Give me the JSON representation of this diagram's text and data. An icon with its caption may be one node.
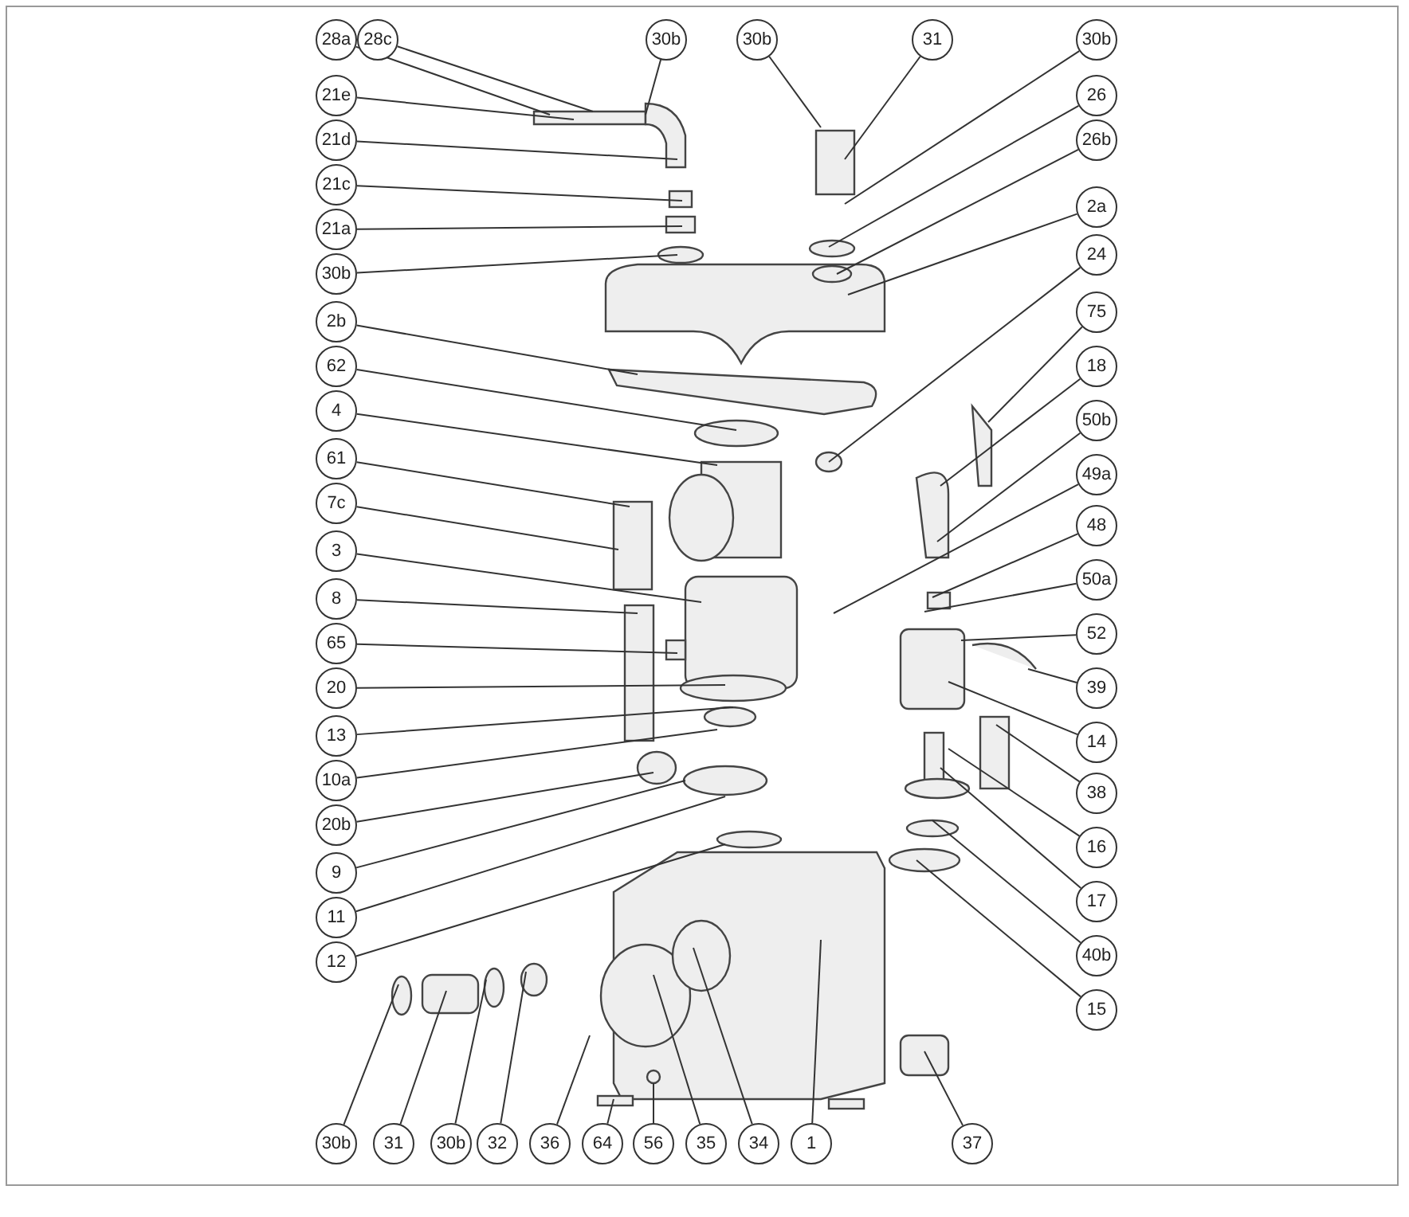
{
  "diagram": {
    "nodes": [
      {
        "text": [
          "28a"
        ]
      },
      {
        "text": [
          "28c"
        ]
      },
      {
        "text": [
          "30b"
        ]
      },
      {
        "text": [
          "30b"
        ]
      },
      {
        "text": [
          "31"
        ]
      },
      {
        "text": [
          "30b"
        ]
      },
      {
        "text": [
          "21e"
        ]
      },
      {
        "text": [
          "21d"
        ]
      },
      {
        "text": [
          "21c"
        ]
      },
      {
        "text": [
          "21a"
        ]
      },
      {
        "text": [
          "30b"
        ]
      },
      {
        "text": [
          "2b"
        ]
      },
      {
        "text": [
          "62"
        ]
      },
      {
        "text": [
          "4"
        ]
      },
      {
        "text": [
          "61"
        ]
      },
      {
        "text": [
          "7c"
        ]
      },
      {
        "text": [
          "3"
        ]
      },
      {
        "text": [
          "8"
        ]
      },
      {
        "text": [
          "65"
        ]
      },
      {
        "text": [
          "20"
        ]
      },
      {
        "text": [
          "13"
        ]
      },
      {
        "text": [
          "10a"
        ]
      },
      {
        "text": [
          "20b"
        ]
      },
      {
        "text": [
          "9"
        ]
      },
      {
        "text": [
          "11"
        ]
      },
      {
        "text": [
          "12"
        ]
      },
      {
        "text": [
          "26"
        ]
      },
      {
        "text": [
          "26b"
        ]
      },
      {
        "text": [
          "2a"
        ]
      },
      {
        "text": [
          "24"
        ]
      },
      {
        "text": [
          "75"
        ]
      },
      {
        "text": [
          "18"
        ]
      },
      {
        "text": [
          "50b"
        ]
      },
      {
        "text": [
          "49a"
        ]
      },
      {
        "text": [
          "48"
        ]
      },
      {
        "text": [
          "50a"
        ]
      },
      {
        "text": [
          "52"
        ]
      },
      {
        "text": [
          "39"
        ]
      },
      {
        "text": [
          "14"
        ]
      },
      {
        "text": [
          "38"
        ]
      },
      {
        "text": [
          "16"
        ]
      },
      {
        "text": [
          "17"
        ]
      },
      {
        "text": [
          "40b"
        ]
      },
      {
        "text": [
          "15"
        ]
      },
      {
        "text": [
          "30b"
        ]
      },
      {
        "text": [
          "31"
        ]
      },
      {
        "text": [
          "30b"
        ]
      },
      {
        "text": [
          "32"
        ]
      },
      {
        "text": [
          "36"
        ]
      },
      {
        "text": [
          "64"
        ]
      },
      {
        "text": [
          "56"
        ]
      },
      {
        "text": [
          "35"
        ]
      },
      {
        "text": [
          "34"
        ]
      },
      {
        "text": [
          "1"
        ]
      },
      {
        "text": [
          "37"
        ]
      }
    ],
    "edges": [
      {
        "from": 0,
        "to": null,
        "arrow": "none"
      },
      {
        "from": 1,
        "to": null,
        "arrow": "none"
      },
      {
        "from": 2,
        "to": null,
        "arrow": "none"
      },
      {
        "from": 3,
        "to": null,
        "arrow": "none"
      },
      {
        "from": 4,
        "to": null,
        "arrow": "none"
      },
      {
        "from": 5,
        "to": null,
        "arrow": "none"
      },
      {
        "from": 6,
        "to": null,
        "arrow": "none"
      },
      {
        "from": 7,
        "to": null,
        "arrow": "none"
      },
      {
        "from": 8,
        "to": null,
        "arrow": "none"
      },
      {
        "from": 9,
        "to": null,
        "arrow": "none"
      },
      {
        "from": 10,
        "to": null,
        "arrow": "none"
      },
      {
        "from": 11,
        "to": null,
        "arrow": "none"
      },
      {
        "from": 12,
        "to": null,
        "arrow": "none"
      },
      {
        "from": 13,
        "to": null,
        "arrow": "none"
      },
      {
        "from": 14,
        "to": null,
        "arrow": "none"
      },
      {
        "from": 15,
        "to": null,
        "arrow": "none"
      },
      {
        "from": 16,
        "to": null,
        "arrow": "none"
      },
      {
        "from": 17,
        "to": null,
        "arrow": "none"
      },
      {
        "from": 18,
        "to": null,
        "arrow": "none"
      },
      {
        "from": 19,
        "to": null,
        "arrow": "none"
      },
      {
        "from": 20,
        "to": null,
        "arrow": "none"
      },
      {
        "from": 21,
        "to": null,
        "arrow": "none"
      },
      {
        "from": 22,
        "to": null,
        "arrow": "none"
      },
      {
        "from": 23,
        "to": null,
        "arrow": "none"
      },
      {
        "from": 24,
        "to": null,
        "arrow": "none"
      },
      {
        "from": 25,
        "to": null,
        "arrow": "none"
      },
      {
        "from": 26,
        "to": null,
        "arrow": "none"
      },
      {
        "from": 27,
        "to": null,
        "arrow": "none"
      },
      {
        "from": 28,
        "to": null,
        "arrow": "none"
      },
      {
        "from": 29,
        "to": null,
        "arrow": "none"
      },
      {
        "from": 30,
        "to": null,
        "arrow": "none"
      },
      {
        "from": 31,
        "to": null,
        "arrow": "none"
      },
      {
        "from": 32,
        "to": null,
        "arrow": "none"
      },
      {
        "from": 33,
        "to": null,
        "arrow": "none"
      },
      {
        "from": 34,
        "to": null,
        "arrow": "none"
      },
      {
        "from": 35,
        "to": null,
        "arrow": "none"
      },
      {
        "from": 36,
        "to": null,
        "arrow": "none"
      },
      {
        "from": 37,
        "to": null,
        "arrow": "none"
      },
      {
        "from": 38,
        "to": null,
        "arrow": "none"
      },
      {
        "from": 39,
        "to": null,
        "arrow": "none"
      },
      {
        "from": 40,
        "to": null,
        "arrow": "none"
      },
      {
        "from": 41,
        "to": null,
        "arrow": "none"
      },
      {
        "from": 42,
        "to": null,
        "arrow": "none"
      },
      {
        "from": 43,
        "to": null,
        "arrow": "none"
      },
      {
        "from": 44,
        "to": null,
        "arrow": "none"
      },
      {
        "from": 45,
        "to": null,
        "arrow": "none"
      },
      {
        "from": 46,
        "to": null,
        "arrow": "none"
      },
      {
        "from": 47,
        "to": null,
        "arrow": "none"
      },
      {
        "from": 48,
        "to": null,
        "arrow": "none"
      },
      {
        "from": 49,
        "to": null,
        "arrow": "none"
      },
      {
        "from": 50,
        "to": null,
        "arrow": "none"
      },
      {
        "from": 51,
        "to": null,
        "arrow": "none"
      },
      {
        "from": 52,
        "to": null,
        "arrow": "none"
      },
      {
        "from": 53,
        "to": null,
        "arrow": "none"
      },
      {
        "from": 54,
        "to": null,
        "arrow": "none"
      }
    ]
  }
}
